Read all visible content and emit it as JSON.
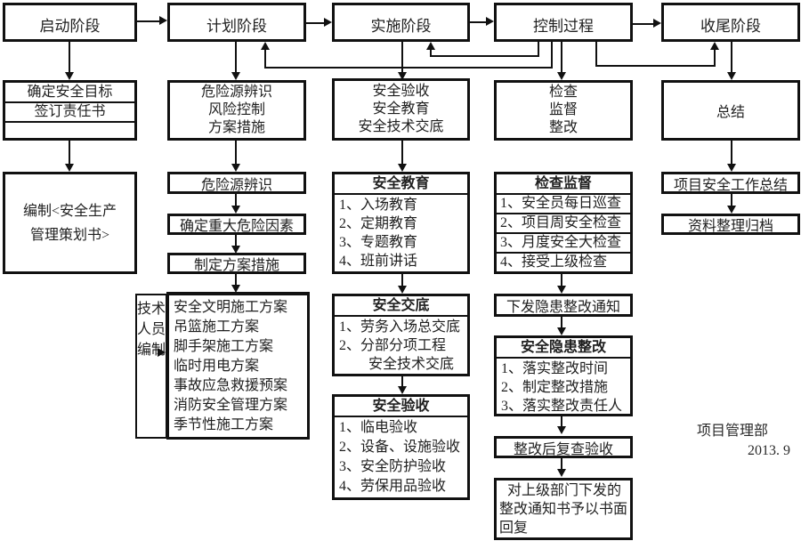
{
  "colors": {
    "line": "#111111",
    "text": "#1f1f1f",
    "background": "#ffffff"
  },
  "phases": [
    {
      "label": "启动阶段"
    },
    {
      "label": "计划阶段"
    },
    {
      "label": "实施阶段"
    },
    {
      "label": "控制过程"
    },
    {
      "label": "收尾阶段"
    }
  ],
  "col1": {
    "goals": {
      "line1": "确定安全目标",
      "line2": "签订责任书"
    },
    "plan_book": {
      "line1": "编制<安全生产",
      "line2": "管理策划书>"
    }
  },
  "col2": {
    "overview": [
      "危险源辨识",
      "风险控制",
      "方案措施"
    ],
    "step1": "危险源辨识",
    "step2": "确定重大危险因素",
    "step3": "制定方案措施",
    "compiler_label": "技术人员编制",
    "plans": [
      "安全文明施工方案",
      "吊篮施工方案",
      "脚手架施工方案",
      "临时用电方案",
      "事故应急救援预案",
      "消防安全管理方案",
      "季节性施工方案"
    ]
  },
  "col3": {
    "overview": [
      "安全验收",
      "安全教育",
      "安全技术交底"
    ],
    "education": {
      "title": "安全教育",
      "items": [
        "1、入场教育",
        "2、定期教育",
        "3、专题教育",
        "4、班前讲话"
      ]
    },
    "briefing": {
      "title": "安全交底",
      "items": [
        "1、劳务入场总交底",
        "2、分部分项工程",
        "安全技术交底"
      ]
    },
    "acceptance": {
      "title": "安全验收",
      "items": [
        "1、临电验收",
        "2、设备、设施验收",
        "3、安全防护验收",
        "4、劳保用品验收"
      ]
    }
  },
  "col4": {
    "overview": [
      "检查",
      "监督",
      "整改"
    ],
    "inspection": {
      "title": "检查监督",
      "items": [
        "1、安全员每日巡查",
        "2、项目周安全检查",
        "3、月度安全大检查",
        "4、接受上级检查"
      ]
    },
    "notice": "下发隐患整改通知",
    "rectification": {
      "title": "安全隐患整改",
      "items": [
        "1、落实整改时间",
        "2、制定整改措施",
        "3、落实整改责任人"
      ]
    },
    "recheck": "整改后复查验收",
    "reply": [
      "对上级部门下发的",
      "整改通知书予以书面",
      "回复"
    ]
  },
  "col5": {
    "summary": "总结",
    "work_summary": "项目安全工作总结",
    "archive": "资料整理归档"
  },
  "footer": {
    "department": "项目管理部",
    "date": "2013. 9"
  }
}
